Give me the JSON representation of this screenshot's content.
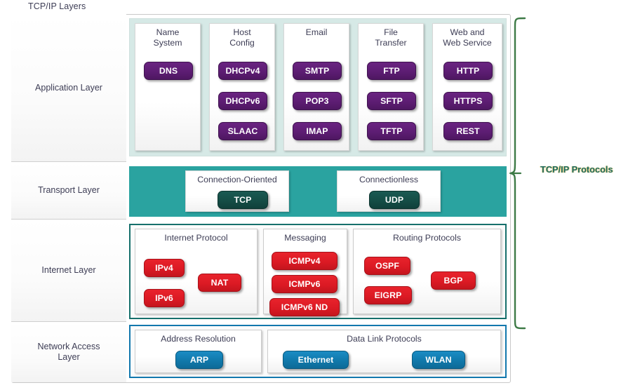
{
  "diagram": {
    "top_caption": "TCP/IP Layers",
    "right_caption": "TCP/IP Protocols",
    "colors": {
      "application_band": "#d6e9e6",
      "transport_band": "#2aa3a0",
      "internet_border": "#17706c",
      "network_access_border": "#1278ad",
      "application_pill": "#5d1d73",
      "transport_pill": "#154d46",
      "internet_pill": "#dc1a24",
      "network_access_pill": "#1179ab",
      "brace": "#3d7a46",
      "right_caption_text": "#1c6b62"
    }
  },
  "layers": [
    {
      "name": "Application Layer",
      "groups": [
        {
          "title": "Name\nSystem",
          "title_line1": "Name",
          "title_line2": "System",
          "protocols": [
            "DNS"
          ]
        },
        {
          "title": "Host\nConfig",
          "title_line1": "Host",
          "title_line2": "Config",
          "protocols": [
            "DHCPv4",
            "DHCPv6",
            "SLAAC"
          ]
        },
        {
          "title": "Email",
          "title_line1": "Email",
          "title_line2": "",
          "protocols": [
            "SMTP",
            "POP3",
            "IMAP"
          ]
        },
        {
          "title": "File\nTransfer",
          "title_line1": "File",
          "title_line2": "Transfer",
          "protocols": [
            "FTP",
            "SFTP",
            "TFTP"
          ]
        },
        {
          "title": "Web and\nWeb Service",
          "title_line1": "Web and",
          "title_line2": "Web Service",
          "protocols": [
            "HTTP",
            "HTTPS",
            "REST"
          ]
        }
      ]
    },
    {
      "name": "Transport Layer",
      "groups": [
        {
          "title_line1": "Connection-Oriented",
          "title_line2": "",
          "protocols": [
            "TCP"
          ]
        },
        {
          "title_line1": "Connectionless",
          "title_line2": "",
          "protocols": [
            "UDP"
          ]
        }
      ]
    },
    {
      "name": "Internet Layer",
      "groups": [
        {
          "title_line1": "Internet Protocol",
          "title_line2": "",
          "protocols": [
            "IPv4",
            "IPv6",
            "NAT"
          ]
        },
        {
          "title_line1": "Messaging",
          "title_line2": "",
          "protocols": [
            "ICMPv4",
            "ICMPv6",
            "ICMPv6 ND"
          ]
        },
        {
          "title_line1": "Routing Protocols",
          "title_line2": "",
          "protocols": [
            "OSPF",
            "EIGRP",
            "BGP"
          ]
        }
      ]
    },
    {
      "name": "Network Access\nLayer",
      "name_line1": "Network Access",
      "name_line2": "Layer",
      "groups": [
        {
          "title_line1": "Address Resolution",
          "title_line2": "",
          "protocols": [
            "ARP"
          ]
        },
        {
          "title_line1": "Data Link Protocols",
          "title_line2": "",
          "protocols": [
            "Ethernet",
            "WLAN"
          ]
        }
      ]
    }
  ]
}
